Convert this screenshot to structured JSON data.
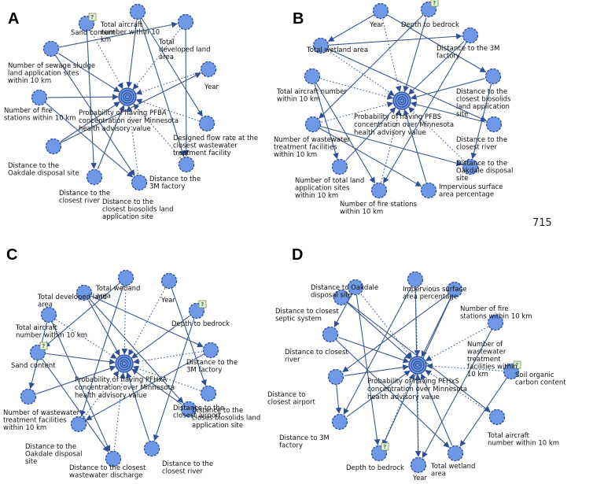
{
  "stray_text": "715",
  "panels": [
    {
      "letter": "A",
      "target": "Probability of having PFBA concentration over Minnesota health advisory value",
      "nodes": [
        {
          "label": "Sand content",
          "unknown": true
        },
        {
          "label": "Total aircraft number within 10 km"
        },
        {
          "label": "Total developed land area"
        },
        {
          "label": "Number of sewage sludge land application sites within 10 km"
        },
        {
          "label": "Year"
        },
        {
          "label": "Number of fire stations within 10 km"
        },
        {
          "label": "Designed flow rate at the closest wastewater treatment facility"
        },
        {
          "label": "Distance to the Oakdale disposal site"
        },
        {
          "label": "Distance to the 3M factory"
        },
        {
          "label": "Distance to the closest river"
        },
        {
          "label": "Distance to the closest biosolids land application site"
        }
      ]
    },
    {
      "letter": "B",
      "target": "Probability of having PFBS concentration over Minnesota health advisory value",
      "nodes": [
        {
          "label": "Year"
        },
        {
          "label": "Depth to bedrock",
          "unknown": true
        },
        {
          "label": "Total wetland area"
        },
        {
          "label": "Distance to the 3M factory"
        },
        {
          "label": "Total aircraft number within 10 km"
        },
        {
          "label": "Distance to the closest biosolids land application site"
        },
        {
          "label": "Number of wastewater treatment facilities within 10 km"
        },
        {
          "label": "Distance to the closest river"
        },
        {
          "label": "Distance to the Oakdale disposal site"
        },
        {
          "label": "Number of total land application sites within 10 km"
        },
        {
          "label": "Number of fire stations within 10 km"
        },
        {
          "label": "Impervious surface area percentage"
        }
      ]
    },
    {
      "letter": "C",
      "target": "Probability of having PFHxA concentration over Minnesota health advisory value",
      "nodes": [
        {
          "label": "Total wetland area"
        },
        {
          "label": "Total developed land area"
        },
        {
          "label": "Year"
        },
        {
          "label": "Depth to bedrock",
          "unknown": true
        },
        {
          "label": "Total aircraft number within 10 km"
        },
        {
          "label": "Sand content",
          "unknown": true
        },
        {
          "label": "Distance to the 3M factory"
        },
        {
          "label": "Number of wastewater treatment facilities within 10 km"
        },
        {
          "label": "Distance to the closest airport"
        },
        {
          "label": "Distance to the closes biosolids land application site"
        },
        {
          "label": "Distance to the Oakdale disposal site"
        },
        {
          "label": "Distance to the closest river"
        },
        {
          "label": "Distance to the closest wastewater discharge"
        }
      ]
    },
    {
      "letter": "D",
      "target": "Probability of having PFHxS concentration over Minnesota health advisory value",
      "nodes": [
        {
          "label": "Distance to Oakdale disposal site"
        },
        {
          "label": "Distance to closest septic system"
        },
        {
          "label": "Impervious surface area percentage"
        },
        {
          "label": "Number of fire stations within 10 km"
        },
        {
          "label": "Number of wastewater treatment facilities within 10 km"
        },
        {
          "label": "Distance to closest river"
        },
        {
          "label": "Soil organic carbon content",
          "unknown": true
        },
        {
          "label": "Distance to closest airport"
        },
        {
          "label": "Total aircraft number within 10 km"
        },
        {
          "label": "Distance to 3M factory"
        },
        {
          "label": "Depth to bedrock",
          "unknown": true
        },
        {
          "label": "Total wetland area"
        },
        {
          "label": "Year"
        }
      ]
    }
  ]
}
